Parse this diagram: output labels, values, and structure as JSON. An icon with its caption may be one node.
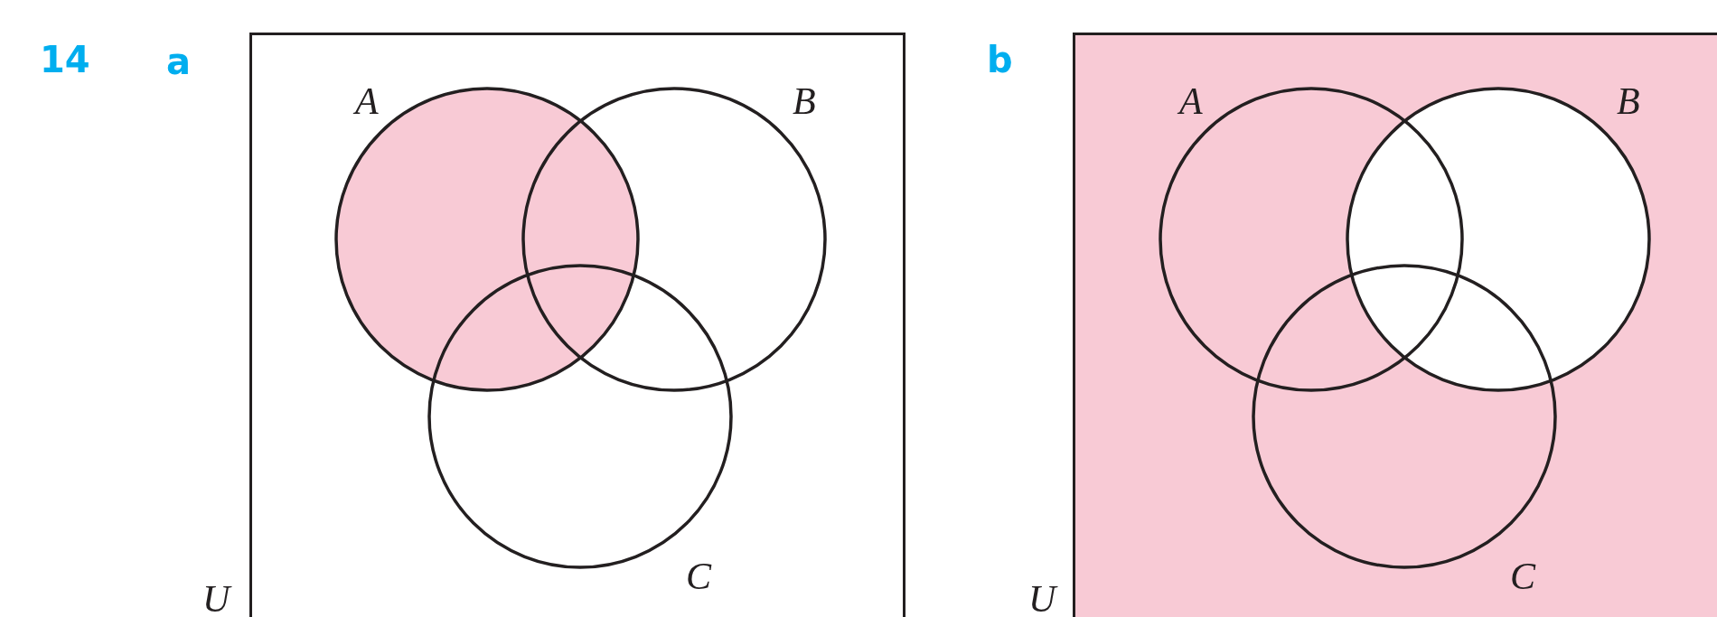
{
  "diagram": {
    "nodes": [
      {
        "text": [],
        "shape": "box",
        "beside": [
          "U"
        ]
      },
      {
        "text": [
          "A"
        ],
        "in": 0
      },
      {
        "text": [
          "B"
        ],
        "in": 0
      },
      {
        "text": [
          "C"
        ],
        "in": 0
      },
      {
        "text": [],
        "shape": "box",
        "beside": [
          "U"
        ]
      },
      {
        "text": [
          "A"
        ],
        "in": 4
      },
      {
        "text": [
          "B"
        ],
        "in": 4
      },
      {
        "text": [
          "C"
        ],
        "in": 4
      }
    ],
    "labels": [
      "14",
      "a",
      "b"
    ]
  }
}
